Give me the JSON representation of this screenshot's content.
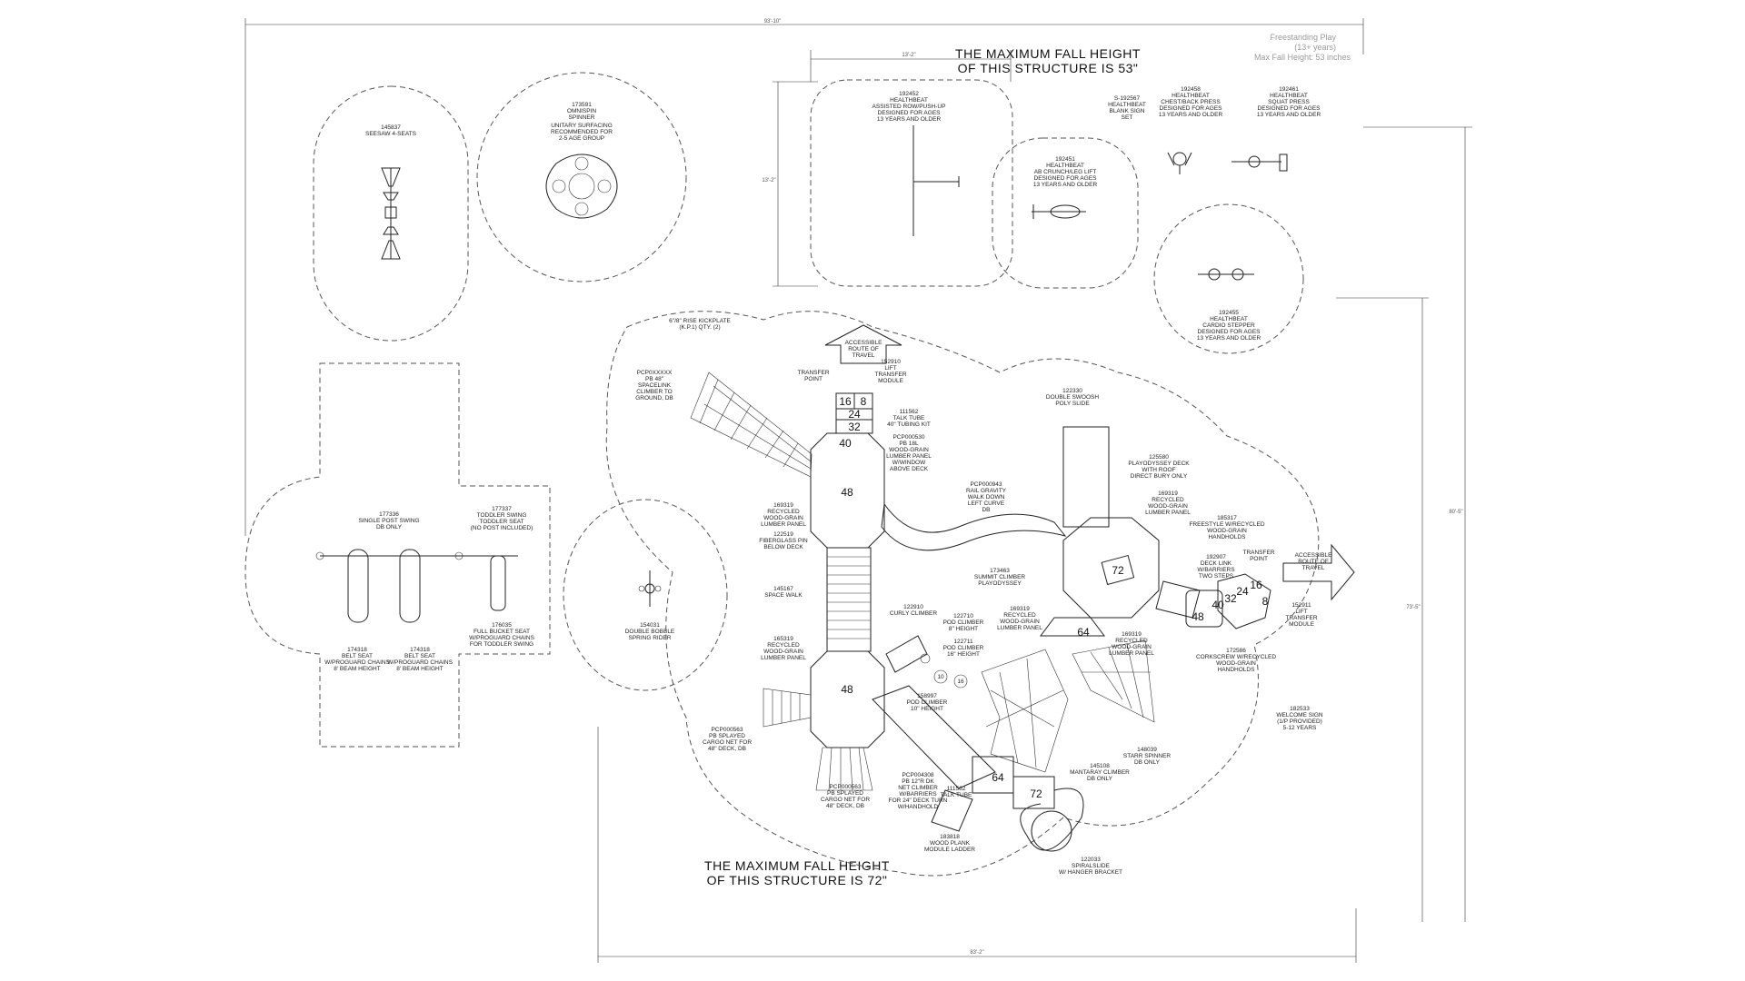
{
  "fall_height": {
    "top_line1": "THE MAXIMUM FALL HEIGHT",
    "top_line2": "OF THIS STRUCTURE IS 53\"",
    "bottom_line1": "THE MAXIMUM FALL HEIGHT",
    "bottom_line2": "OF THIS STRUCTURE IS 72\""
  },
  "freestanding": {
    "line1": "Freestanding Play",
    "line2": "(13+ years)",
    "line3": "Max Fall Height: 53 inches"
  },
  "dimensions": {
    "top_overall": "93'-10\"",
    "fitness_width": "13'-2\"",
    "fitness_height": "13'-2\"",
    "right_overall": "80'-5\"",
    "right_inner": "73'-5\"",
    "bottom_overall": "83'-2\""
  },
  "decks": {
    "d16": "16",
    "d8": "8",
    "d24": "24",
    "d32": "32",
    "d40": "40",
    "d48a": "48",
    "d48b": "48",
    "d72": "72",
    "d64a": "64",
    "d64b": "64",
    "d72b": "72",
    "d48c": "48",
    "d40b": "40",
    "d32b": "32",
    "d24b": "24",
    "d16b": "16",
    "d8b": "8",
    "p10": "10",
    "p16": "16"
  },
  "labels": {
    "seesaw": [
      "145837",
      "SEESAW 4-SEATS"
    ],
    "omnispin": [
      "173591",
      "OMNISPIN",
      "SPINNER",
      "UNITARY SURFACING",
      "RECOMMENDED FOR",
      "2-5 AGE GROUP"
    ],
    "assisted_row": [
      "192452",
      "HEALTHBEAT",
      "ASSISTED ROW/PUSH-UP",
      "DESIGNED FOR AGES",
      "13 YEARS AND OLDER"
    ],
    "sign": [
      "S-192567",
      "HEALTHBEAT",
      "BLANK SIGN",
      "SET"
    ],
    "chest_press": [
      "192458",
      "HEALTHBEAT",
      "CHEST/BACK PRESS",
      "DESIGNED FOR AGES",
      "13 YEARS AND OLDER"
    ],
    "squat_press": [
      "192461",
      "HEALTHBEAT",
      "SQUAT PRESS",
      "DESIGNED FOR AGES",
      "13 YEARS AND OLDER"
    ],
    "ab_crunch": [
      "192451",
      "HEALTHBEAT",
      "AB CRUNCH/LEG LIFT",
      "DESIGNED FOR AGES",
      "13 YEARS AND OLDER"
    ],
    "cardio": [
      "192455",
      "HEALTHBEAT",
      "CARDIO STEPPER",
      "DESIGNED FOR AGES",
      "13 YEARS AND OLDER"
    ],
    "kickplate": [
      "6\"/8\" RISE KICKPLATE",
      "(K.P.1) QTY. (2)"
    ],
    "accessible_top": [
      "ACCESSIBLE",
      "ROUTE OF",
      "TRAVEL"
    ],
    "transfer_point": [
      "TRANSFER",
      "POINT"
    ],
    "transfer_module": [
      "152910",
      "LIFT",
      "TRANSFER",
      "MODULE"
    ],
    "spacelink": [
      "PCP0XXXXX",
      "PB 48\"",
      "SPACELINK",
      "CLIMBER TO",
      "GROUND, DB"
    ],
    "talk_tube": [
      "111562",
      "TALK TUBE",
      "40\" TUBING KIT"
    ],
    "wood_panel_top": [
      "PCP000530",
      "PB 18L",
      "WOOD-GRAIN",
      "LUMBER PANEL",
      "W/WINDOW",
      "ABOVE DECK"
    ],
    "recycled_a": [
      "169319",
      "RECYCLED",
      "WOOD-GRAIN",
      "LUMBER PANEL"
    ],
    "rail_gravity": [
      "PCP000943",
      "RAIL GRAVITY",
      "WALK DOWN",
      "LEFT CURVE",
      "DB"
    ],
    "fiberglass": [
      "122519",
      "FIBERGLASS PIN",
      "BELOW DECK"
    ],
    "double_swoosh": [
      "122330",
      "DOUBLE SWOOSH",
      "POLY SLIDE"
    ],
    "playodyssey": [
      "125580",
      "PLAYODYSSEY DECK",
      "WITH ROOF",
      "DIRECT BURY ONLY"
    ],
    "recycled_b": [
      "169319",
      "RECYCLED",
      "WOOD-GRAIN",
      "LUMBER PANEL"
    ],
    "freestyle": [
      "185317",
      "FREESTYLE W/RECYCLED",
      "WOOD-GRAIN",
      "HANDHOLDS"
    ],
    "transfer_right": [
      "TRANSFER",
      "POINT"
    ],
    "accessible_right": [
      "ACCESSIBLE",
      "ROUTE OF",
      "TRAVEL"
    ],
    "deck_link": [
      "192907",
      "DECK LINK",
      "W/BARRIERS",
      "TWO STEPS"
    ],
    "summit": [
      "173463",
      "SUMMIT CLIMBER",
      "PLAYODYSSEY"
    ],
    "space_walk": [
      "145167",
      "SPACE WALK"
    ],
    "curly": [
      "122910",
      "CURLY CLIMBER"
    ],
    "pod_8": [
      "122710",
      "POD CLIMBER",
      "8\" HEIGHT"
    ],
    "pod_16": [
      "122711",
      "POD CLIMBER",
      "16\" HEIGHT"
    ],
    "pod_10": [
      "158997",
      "POD CLIMBER",
      "10\" HEIGHT"
    ],
    "recycled_c": [
      "165319",
      "RECYCLED",
      "WOOD-GRAIN",
      "LUMBER PANEL"
    ],
    "recycled_d": [
      "169319",
      "RECYCLED",
      "WOOD-GRAIN",
      "LUMBER PANEL"
    ],
    "corkscrew": [
      "172586",
      "CORKSCREW W/RECYCLED",
      "WOOD-GRAIN",
      "HANDHOLDS"
    ],
    "lift_right": [
      "152911",
      "LIFT",
      "TRANSFER",
      "MODULE"
    ],
    "recycled_e": [
      "169319",
      "RECYCLED",
      "WOOD-GRAIN",
      "LUMBER PANEL"
    ],
    "bobble": [
      "154031",
      "DOUBLE BOBBLE",
      "SPRING RIDER"
    ],
    "welcome": [
      "182533",
      "WELCOME SIGN",
      "(1/P PROVIDED)",
      "5-12 YEARS"
    ],
    "starr": [
      "148039",
      "STARR SPINNER",
      "DB ONLY"
    ],
    "mantaray": [
      "145108",
      "MANTARAY CLIMBER",
      "DB ONLY"
    ],
    "splayed_net": [
      "PCP000563",
      "PB SPLAYED",
      "CARGO NET FOR",
      "48\" DECK, DB"
    ],
    "splayed_net_b": [
      "PCP000563",
      "PB SPLAYED",
      "CARGO NET FOR",
      "48\" DECK, DB"
    ],
    "pcp_barriers": [
      "PCP004308",
      "PB 12\"R DK",
      "NET CLIMBER",
      "W/BARRIERS",
      "FOR 24\" DECK TURN",
      "W/HANDHOLD"
    ],
    "talk_b": [
      "111562",
      "TALK TUBE"
    ],
    "ladder": [
      "183818",
      "WOOD PLANK",
      "MODULE LADDER"
    ],
    "spiral": [
      "122033",
      "SPIRALSLIDE",
      "W/ HANGER BRACKET"
    ],
    "swing_post": [
      "177336",
      "SINGLE POST SWING",
      "DB ONLY"
    ],
    "toddler_swing": [
      "177337",
      "TODDLER SWING",
      "TODDLER SEAT",
      "(NO POST INCLUDED)"
    ],
    "belt1": [
      "174318",
      "BELT SEAT",
      "W/PROGUARD CHAINS",
      "8' BEAM HEIGHT"
    ],
    "belt2": [
      "174318",
      "BELT SEAT",
      "W/PROGUARD CHAINS",
      "8' BEAM HEIGHT"
    ],
    "bucket": [
      "176035",
      "FULL BUCKET SEAT",
      "W/PROGUARD CHAINS",
      "FOR TODDLER SWING"
    ]
  }
}
